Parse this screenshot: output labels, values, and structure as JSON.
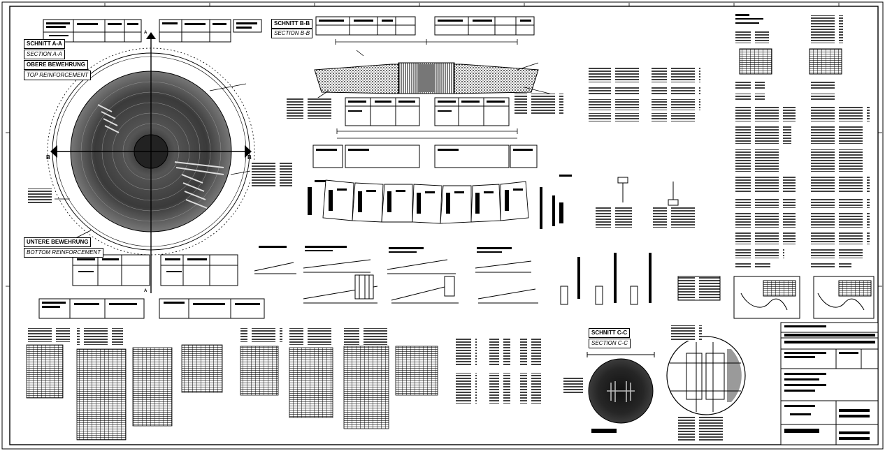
{
  "drawing": {
    "section_aa": {
      "de": "SCHNITT A-A",
      "en": "SECTION A-A"
    },
    "top_reinf": {
      "de": "OBERE BEWEHRUNG",
      "en": "TOP REINFORCEMENT"
    },
    "bottom_reinf": {
      "de": "UNTERE BEWEHRUNG",
      "en": "BOTTOM REINFORCEMENT"
    },
    "section_bb": {
      "de": "SCHNITT B-B",
      "en": "SECTION B-B"
    },
    "section_cc": {
      "de": "SCHNITT C-C",
      "en": "SECTION C-C"
    },
    "marker_b_left": "B",
    "marker_b_right": "B",
    "marker_a_top": "A",
    "marker_a_bottom": "A"
  },
  "colors": {
    "line": "#000000",
    "paper": "#ffffff",
    "hatch_dark": "#2b2b2b",
    "hatch_mid": "#6a6a6a",
    "fill_grey": "#9a9a9a"
  }
}
